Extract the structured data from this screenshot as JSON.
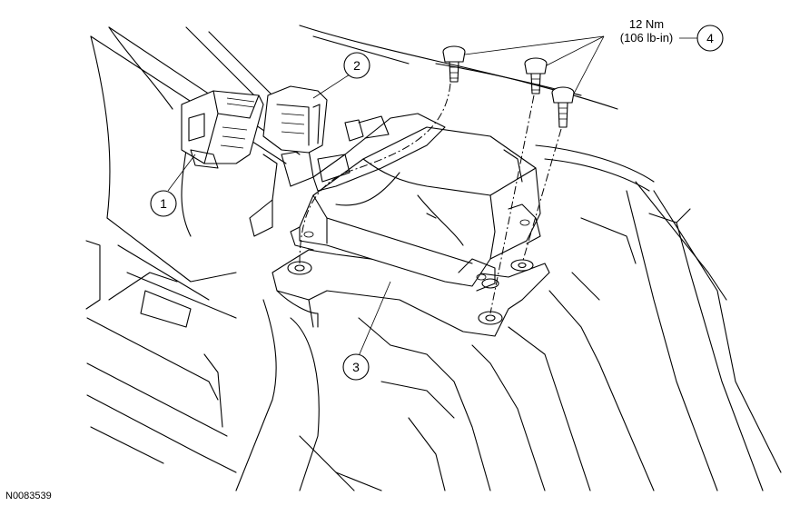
{
  "figure": {
    "id": "N0083539",
    "torque_line1": "12 Nm",
    "torque_line2": "(106 lb-in)",
    "callouts": [
      "1",
      "2",
      "3",
      "4"
    ]
  }
}
